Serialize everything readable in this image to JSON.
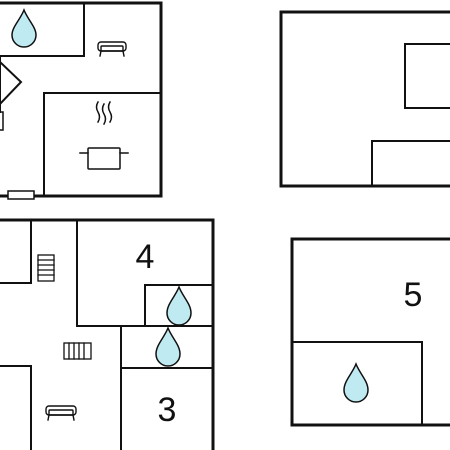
{
  "floor_plan": {
    "room_numbers": {
      "room_4": "4",
      "room_3": "3",
      "room_5": "5"
    },
    "colors": {
      "wall": "#111111",
      "water_fill": "#bfeaf2",
      "background": "#ffffff"
    },
    "icons": [
      "water-drop-icon",
      "sofa-icon",
      "cooking-pot-icon",
      "radiator-icon",
      "stairs-icon",
      "door-icon"
    ]
  }
}
